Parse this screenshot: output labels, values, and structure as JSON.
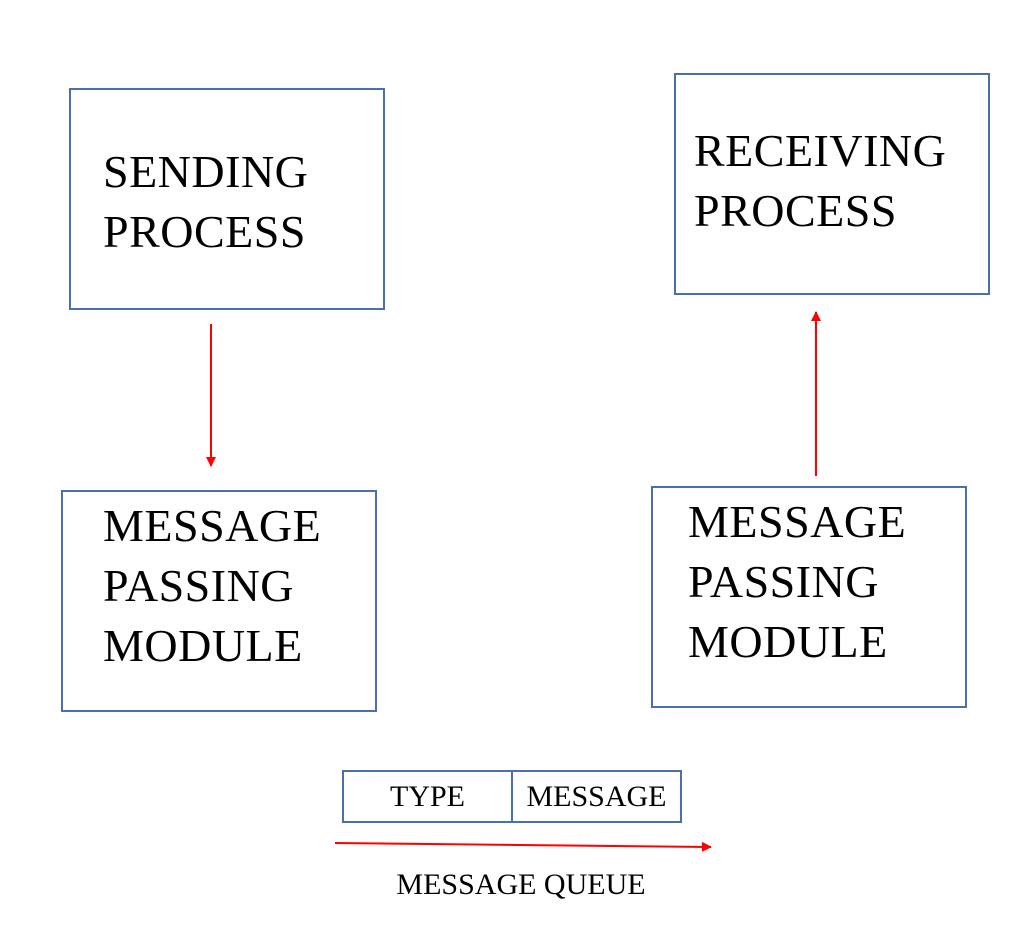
{
  "diagram": {
    "sending_process": {
      "label": "SENDING\nPROCESS"
    },
    "receiving_process": {
      "label": "RECEIVING\nPROCESS"
    },
    "left_module": {
      "label": "MESSAGE\nPASSING\nMODULE"
    },
    "right_module": {
      "label": "MESSAGE\nPASSING\nMODULE"
    },
    "queue": {
      "type_label": "TYPE",
      "message_label": "MESSAGE",
      "caption": "MESSAGE QUEUE"
    }
  },
  "colors": {
    "box_border": "#4a6fae",
    "arrow": "#ff0000",
    "text": "#000000"
  }
}
